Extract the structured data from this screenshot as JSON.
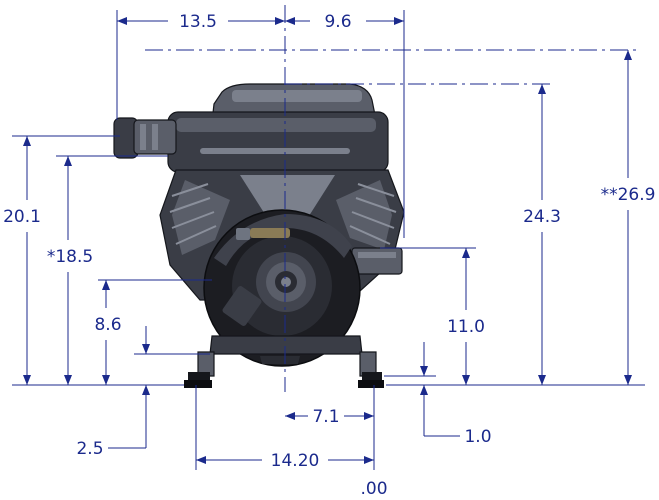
{
  "drawing": {
    "colors": {
      "dimension": "#1b2a8c",
      "engine_dark": "#3a3d46",
      "engine_mid": "#5a5e69",
      "engine_light": "#7b808c"
    },
    "dimensions": {
      "left_width": "13.5",
      "right_width": "9.6",
      "mount_height": "20.1",
      "shaft_height": "*18.5",
      "overall_height_a": "24.3",
      "overall_height_b": "**26.9",
      "pulley_height": "11.0",
      "base_height": "8.6",
      "right_mount_offset": "7.1",
      "foot_offset": "2.5",
      "foot_thickness": "1.0",
      "foot_spacing": "14.20",
      "origin": ".00"
    }
  }
}
